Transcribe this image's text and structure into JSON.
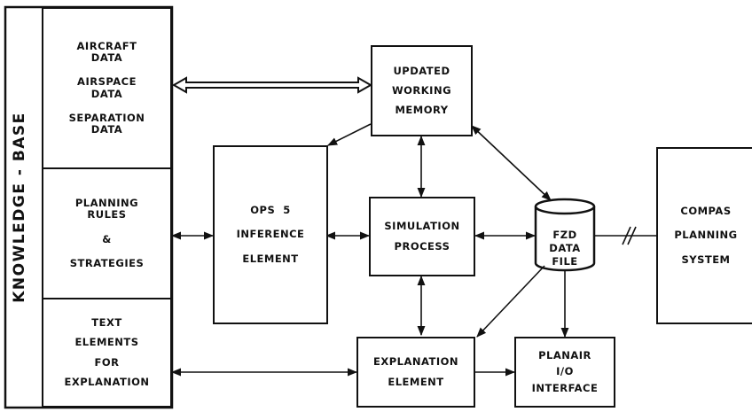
{
  "knowledge_base": {
    "label": "KNOWLEDGE - BASE",
    "sections": {
      "data": [
        "AIRCRAFT",
        "DATA",
        "AIRSPACE",
        "DATA",
        "SEPARATION",
        "DATA"
      ],
      "rules": [
        "PLANNING",
        "RULES",
        "&",
        "STRATEGIES"
      ],
      "text": [
        "TEXT",
        "ELEMENTS",
        "FOR",
        "EXPLANATION"
      ]
    }
  },
  "updated_working_memory": [
    "UPDATED",
    "WORKING",
    "MEMORY"
  ],
  "ops5_inference_element": [
    "OPS  5",
    "INFERENCE",
    "ELEMENT"
  ],
  "simulation_process": [
    "SIMULATION",
    "PROCESS"
  ],
  "fzd_data_file": [
    "FZD",
    "DATA",
    "FILE"
  ],
  "compas_planning_system": [
    "COMPAS",
    "PLANNING",
    "SYSTEM"
  ],
  "explanation_element": [
    "EXPLANATION",
    "ELEMENT"
  ],
  "planair_io_interface": [
    "PLANAIR",
    "I/O",
    "INTERFACE"
  ]
}
